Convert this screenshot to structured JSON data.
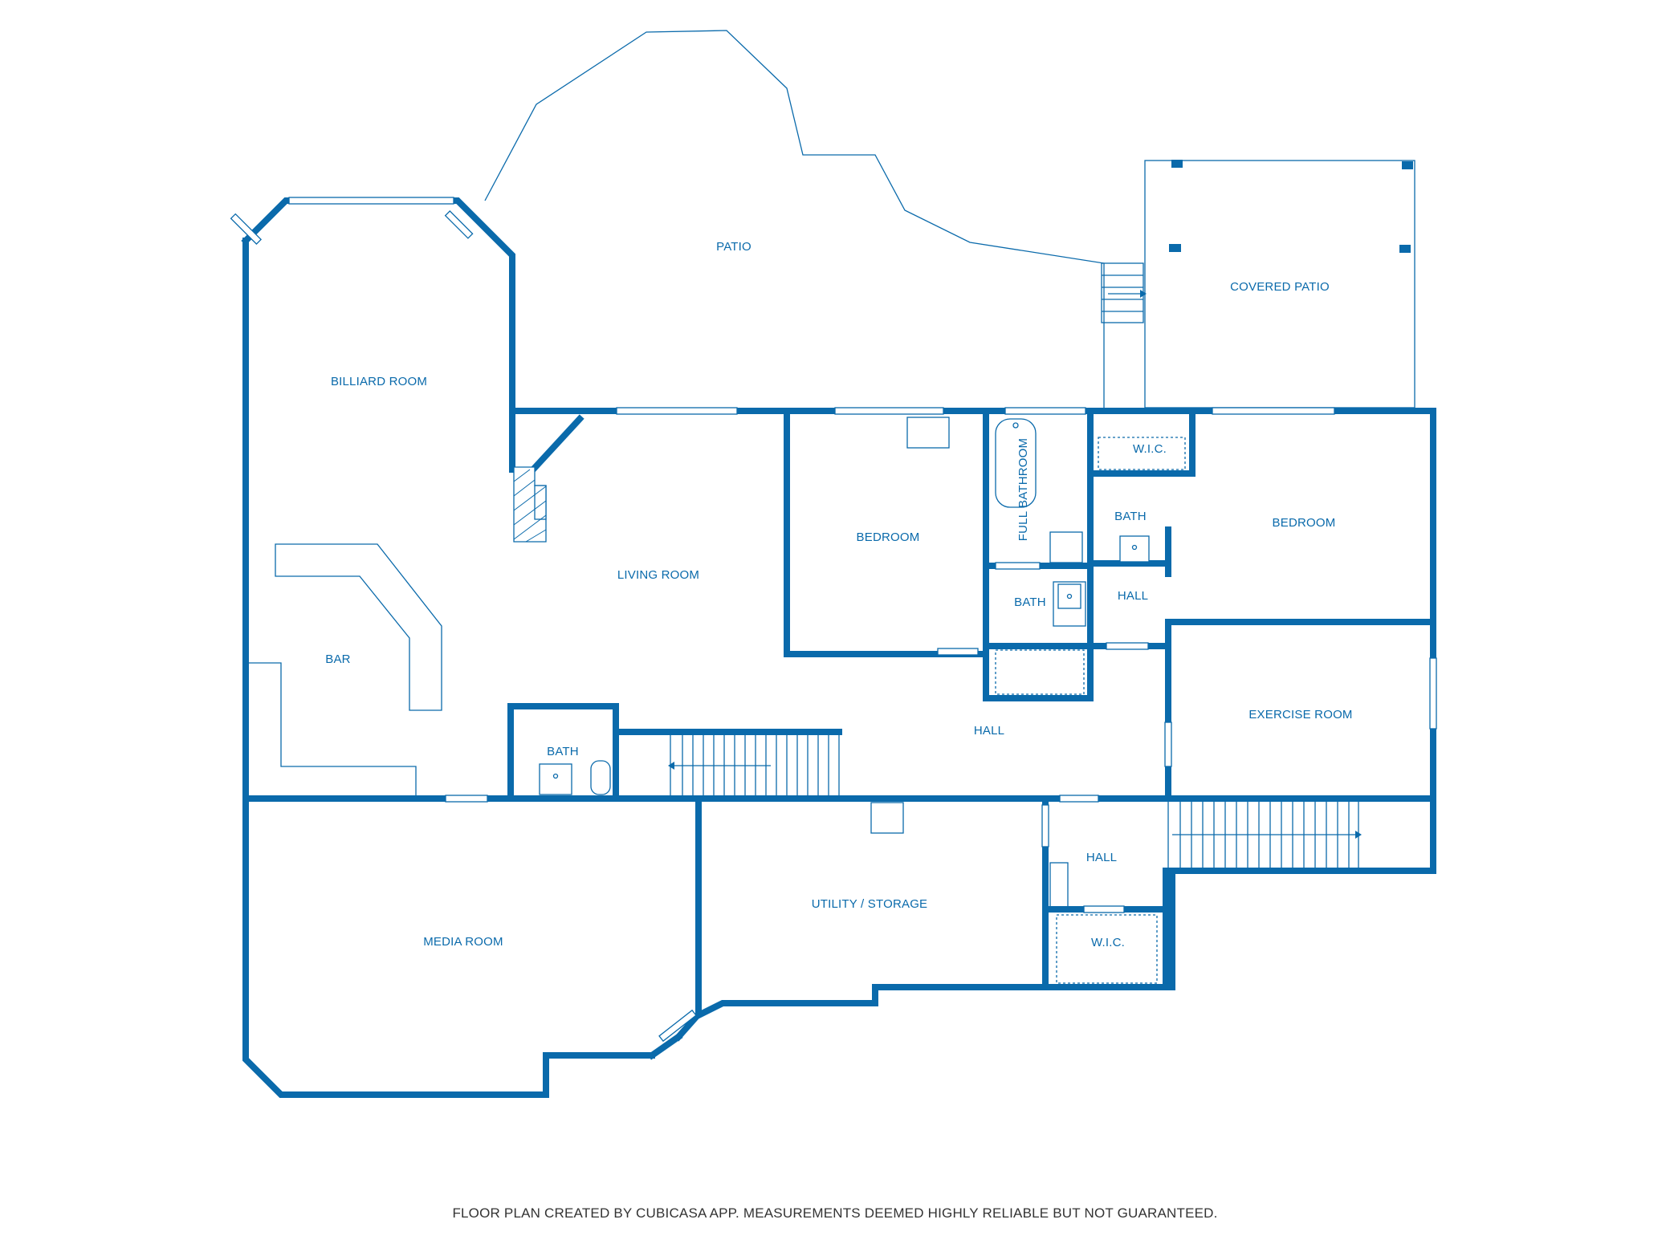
{
  "rooms": {
    "patio": "PATIO",
    "covered_patio": "COVERED PATIO",
    "billiard_room": "BILLIARD ROOM",
    "living_room": "LIVING ROOM",
    "bar": "BAR",
    "bedroom_1": "BEDROOM",
    "full_bathroom": "FULL BATHROOM",
    "wic_1": "W.I.C.",
    "bath_1": "BATH",
    "bedroom_2": "BEDROOM",
    "bath_2": "BATH",
    "hall_1": "HALL",
    "hall_2": "HALL",
    "exercise_room": "EXERCISE ROOM",
    "bath_3": "BATH",
    "media_room": "MEDIA ROOM",
    "utility_storage": "UTILITY / STORAGE",
    "hall_3": "HALL",
    "wic_2": "W.I.C."
  },
  "footer": "FLOOR PLAN CREATED BY CUBICASA APP. MEASUREMENTS DEEMED HIGHLY RELIABLE BUT NOT GUARANTEED.",
  "colors": {
    "wall": "#0a6aab",
    "background": "#ffffff",
    "footer_text": "#333333"
  }
}
